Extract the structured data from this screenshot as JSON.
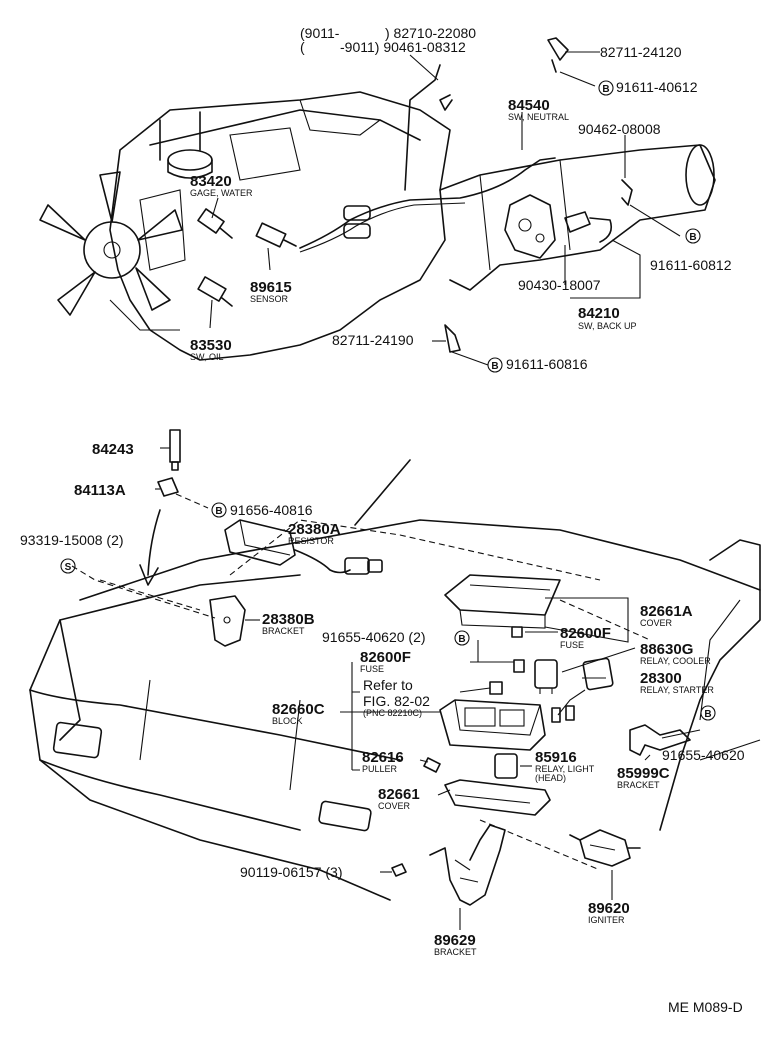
{
  "labels": [
    {
      "id": "l1a",
      "text": "(9011-"
    },
    {
      "id": "l1b",
      "text": ") 82710-22080"
    },
    {
      "id": "l2a",
      "text": "("
    },
    {
      "id": "l2b",
      "text": "-9011) 90461-08312"
    },
    {
      "id": "l3",
      "text": "82711-24120"
    },
    {
      "id": "l4",
      "text": "91611-40612"
    },
    {
      "id": "l5",
      "text": "84540"
    },
    {
      "id": "l5s",
      "text": "SW, NEUTRAL"
    },
    {
      "id": "l6",
      "text": "90462-08008"
    },
    {
      "id": "l7",
      "text": "83420"
    },
    {
      "id": "l7s",
      "text": "GAGE, WATER"
    },
    {
      "id": "l8",
      "text": "89615"
    },
    {
      "id": "l8s",
      "text": "SENSOR"
    },
    {
      "id": "l9",
      "text": "83530"
    },
    {
      "id": "l9s",
      "text": "SW, OIL"
    },
    {
      "id": "l10",
      "text": "91611-60812"
    },
    {
      "id": "l11",
      "text": "90430-18007"
    },
    {
      "id": "l12",
      "text": "84210"
    },
    {
      "id": "l12s",
      "text": "SW, BACK UP"
    },
    {
      "id": "l13",
      "text": "82711-24190"
    },
    {
      "id": "l14",
      "text": "91611-60816"
    },
    {
      "id": "l15",
      "text": "84243"
    },
    {
      "id": "l16",
      "text": "84113A"
    },
    {
      "id": "l17",
      "text": "91656-40816"
    },
    {
      "id": "l18",
      "text": "93319-15008 (2)"
    },
    {
      "id": "l19",
      "text": "28380A"
    },
    {
      "id": "l19s",
      "text": "RESISTOR"
    },
    {
      "id": "l20",
      "text": "28380B"
    },
    {
      "id": "l20s",
      "text": "BRACKET"
    },
    {
      "id": "l21",
      "text": "82661A"
    },
    {
      "id": "l21s",
      "text": "COVER"
    },
    {
      "id": "l22",
      "text": "91655-40620 (2)"
    },
    {
      "id": "l23",
      "text": "82600F"
    },
    {
      "id": "l23s",
      "text": "FUSE"
    },
    {
      "id": "l24",
      "text": "82600F"
    },
    {
      "id": "l24s",
      "text": "FUSE"
    },
    {
      "id": "l25",
      "text": "88630G"
    },
    {
      "id": "l25s",
      "text": "RELAY, COOLER"
    },
    {
      "id": "l26a",
      "text": "Refer to"
    },
    {
      "id": "l26b",
      "text": "FIG. 82-02"
    },
    {
      "id": "l26s",
      "text": "(PNC 82210C)"
    },
    {
      "id": "l27",
      "text": "28300"
    },
    {
      "id": "l27s",
      "text": "RELAY, STARTER"
    },
    {
      "id": "l28",
      "text": "82660C"
    },
    {
      "id": "l28s",
      "text": "BLOCK"
    },
    {
      "id": "l29",
      "text": "91655-40620"
    },
    {
      "id": "l30",
      "text": "82616"
    },
    {
      "id": "l30s",
      "text": "PULLER"
    },
    {
      "id": "l31",
      "text": "85916"
    },
    {
      "id": "l31s1",
      "text": "RELAY, LIGHT"
    },
    {
      "id": "l31s2",
      "text": "(HEAD)"
    },
    {
      "id": "l32",
      "text": "85999C"
    },
    {
      "id": "l32s",
      "text": "BRACKET"
    },
    {
      "id": "l33",
      "text": "82661"
    },
    {
      "id": "l33s",
      "text": "COVER"
    },
    {
      "id": "l34",
      "text": "90119-06157 (3)"
    },
    {
      "id": "l35",
      "text": "89620"
    },
    {
      "id": "l35s",
      "text": "IGNITER"
    },
    {
      "id": "l36",
      "text": "89629"
    },
    {
      "id": "l36s",
      "text": "BRACKET"
    }
  ],
  "marks": {
    "b": "B",
    "s": "S"
  },
  "figure_code": "ME M089-D"
}
